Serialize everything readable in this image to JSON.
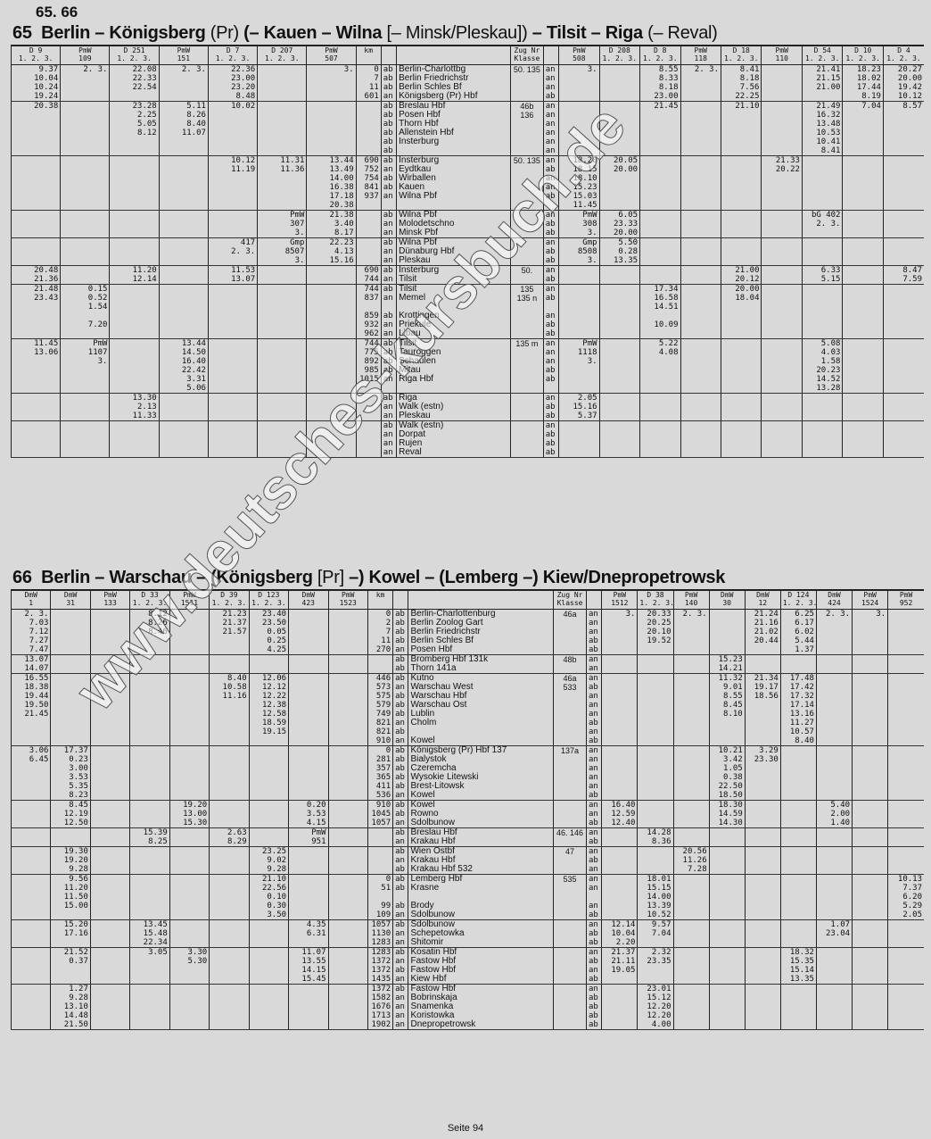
{
  "page_number": "65. 66",
  "table65": {
    "title_num": "65",
    "title_bold1": "Berlin – Königsberg",
    "title_thin1": "(Pr)",
    "title_bold2": "(– Kauen – Wilna",
    "title_thin2": "[– Minsk/Pleskau])",
    "title_bold3": "– Tilsit – Riga",
    "title_thin3": "(– Reval)",
    "left_cols": [
      "D 9\n1. 2. 3.",
      "PmW\n109",
      "D 251\n1. 2. 3.",
      "PmW\n151",
      "D 7\n1. 2. 3.",
      "D 207\n1. 2. 3.",
      "PmW\n507"
    ],
    "km_head": "km",
    "zug_head": "Zug Nr\nKlasse",
    "zug_head_r": "Zug Nr\nKlasse",
    "right_cols": [
      "PmW\n508",
      "D 208\n1. 2. 3.",
      "D 8\n1. 2. 3.",
      "PmW\n118",
      "D 18\n1. 2. 3.",
      "PmW\n110",
      "D 54\n1. 2. 3.",
      "D 10\n1. 2. 3.",
      "D 4\n1. 2. 3."
    ],
    "rows": [
      {
        "l": [
          "9.37\n10.04\n10.24\n19.24",
          "2. 3.",
          "22.08\n22.33\n22.54",
          "2. 3.",
          "22.36\n23.00\n23.20\n8.48",
          "",
          "3."
        ],
        "km": "0\n7\n11\n601",
        "ad": "ab\nab\nab\nan",
        "st": "Berlin-Charlottbg\nBerlin Friedrichstr\nBerlin Schles Bf\nKönigsberg (Pr) Hbf",
        "z": "50. 135",
        "ar": "an\nan\nan\nab",
        "r": [
          "3.",
          "",
          "8.55\n8.33\n8.18\n23.00",
          "2. 3.",
          "8.41\n8.18\n7.56\n22.25",
          "",
          "21.41\n21.15\n21.00",
          "18.23\n18.02\n17.44\n8.19",
          "20.27\n20.00\n19.42\n10.12"
        ]
      },
      {
        "l": [
          "20.38",
          "",
          "23.28\n2.25\n5.05\n8.12",
          "5.11\n8.26\n8.40\n11.07",
          "10.02",
          "",
          ""
        ],
        "km": "",
        "ad": "ab\nab\nab\nab\nab\nab",
        "st": "Breslau Hbf\nPosen Hbf\nThorn Hbf\nAllenstein Hbf\nInsterburg",
        "z": "46b  136",
        "ar": "an\nan\nan\nan\nan\nan",
        "r": [
          "",
          "",
          "21.45",
          "",
          "21.10",
          "",
          "21.49\n16.32\n13.48\n10.53\n10.41\n8.41",
          "7.04",
          "8.57"
        ]
      },
      {
        "l": [
          "",
          "",
          "",
          "",
          "10.12\n11.19",
          "11.31\n11.36",
          "13.44\n13.49\n14.00\n16.38\n17.18\n20.38"
        ],
        "km": "690\n752\n754\n841\n937",
        "ad": "ab\nan\nab\nab\nan",
        "st": "Insterburg\nEydtkau\nWirballen\nKauen\nWilna Pbf",
        "z": "50. 135",
        "ar": "an\nab\nan\nan\nab",
        "r": [
          "18.20\n18.15\n18.10\n15.23\n15.03\n11.45",
          "20.05\n20.00",
          "",
          "",
          "",
          "21.33\n20.22",
          "",
          "",
          ""
        ]
      },
      {
        "l": [
          "",
          "",
          "",
          "",
          "",
          "PmW\n307\n3.",
          "21.38\n3.40\n8.17"
        ],
        "km": "",
        "ad": "ab\nan\nan",
        "st": "Wilna Pbf\nMolodetschno\nMinsk Pbf",
        "z": "",
        "ar": "an\nab\nab",
        "r": [
          "PmW\n308\n3.",
          "6.05\n23.33\n20.00",
          "",
          "",
          "",
          "",
          "bG 402\n2. 3.",
          "",
          ""
        ]
      },
      {
        "l": [
          "",
          "",
          "",
          "",
          "417\n2. 3.",
          "Gmp\n8507\n3.",
          "22.23\n4.13\n15.16"
        ],
        "km": "",
        "ad": "ab\nan\nan",
        "st": "Wilna Pbf\nDünaburg Hbf\nPleskau",
        "z": "",
        "ar": "an\nab\nab",
        "r": [
          "Gmp\n8508\n3.",
          "5.50\n0.28\n13.35",
          "",
          "",
          "",
          "",
          "",
          "",
          ""
        ]
      },
      {
        "l": [
          "20.48\n21.36",
          "",
          "11.20\n12.14",
          "",
          "11.53\n13.07",
          "",
          ""
        ],
        "km": "690\n744",
        "ad": "ab\nan",
        "st": "Insterburg\nTilsit",
        "z": "50.",
        "ar": "an\nab",
        "r": [
          "",
          "",
          "",
          "",
          "21.00\n20.12",
          "",
          "6.33\n5.15",
          "",
          "8.47\n7.59"
        ]
      },
      {
        "l": [
          "21.48\n23.43",
          "0.15\n0.52\n1.54\n\n7.20",
          "",
          "",
          "",
          "",
          ""
        ],
        "km": "744\n837\n\n859\n932\n962",
        "ad": "ab\nan\n\nab\nan\nan",
        "st": "Tilsit\nMemel\n\nKrottingen\nPriekule\nLibau",
        "z": "135\n135 n",
        "ar": "an\nab\n\nan\nab\nab",
        "r": [
          "",
          "",
          "17.34\n16.58\n14.51\n\n10.09",
          "",
          "20.00\n18.04",
          "",
          "",
          "",
          ""
        ]
      },
      {
        "l": [
          "11.45\n13.06",
          "PmW\n1107\n3.",
          "",
          "13.44\n14.50\n16.40\n22.42\n3.31\n5.06",
          "",
          "",
          ""
        ],
        "km": "744\n775\n892\n985\n1015",
        "ad": "ab\nab\nab\nab\nan",
        "st": "Tilsit\nTauroggen\nSchaulen\nMitau\nRiga Hbf",
        "z": "135 m",
        "ar": "an\nan\nan\nab\nab",
        "r": [
          "PmW\n1118\n3.",
          "",
          "5.22\n4.08",
          "",
          "",
          "",
          "5.08\n4.03\n1.58\n20.23\n14.52\n13.28",
          "",
          ""
        ]
      },
      {
        "l": [
          "",
          "",
          "13.30\n2.13\n11.33",
          "",
          "",
          "",
          ""
        ],
        "km": "",
        "ad": "ab\nan\nan",
        "st": "Riga\nWalk (estn)\nPleskau",
        "z": "",
        "ar": "an\nab\nab",
        "r": [
          "2.05\n15.16\n5.37",
          "",
          "",
          "",
          "",
          "",
          "",
          "",
          ""
        ]
      },
      {
        "l": [
          "",
          "",
          "",
          "",
          "",
          "",
          ""
        ],
        "km": "",
        "ad": "ab\nan\nan\nan",
        "st": "Walk (estn)\nDorpat\nRujen\nReval",
        "z": "",
        "ar": "an\nab\nab\nab",
        "r": [
          "",
          "",
          "",
          "",
          "",
          "",
          "",
          "",
          ""
        ]
      }
    ]
  },
  "table66": {
    "title_num": "66",
    "title_bold1": "Berlin – Warschau – (Königsberg",
    "title_thin1": "[Pr]",
    "title_bold2": "–) Kowel – (Lemberg –) Kiew/Dnepropetrowsk",
    "left_cols": [
      "DmW\n1",
      "DmW\n31",
      "PmW\n133",
      "D 33\n1. 2. 3.",
      "PmW\n1511",
      "D 39\n1. 2. 3.",
      "D 123\n1. 2. 3.",
      "DmW\n423",
      "PmW\n1523"
    ],
    "km_head": "km",
    "zug_head": "Zug Nr\nKlasse",
    "right_cols": [
      "PmW\n1512",
      "D 38\n1. 2. 3.",
      "PmW\n140",
      "DmW\n30",
      "DmW\n12",
      "D 124\n1. 2. 3.",
      "DmW\n424",
      "PmW\n1524",
      "PmW\n952"
    ],
    "rows": [
      {
        "l": [
          "2. 3.\n7.03\n7.12\n7.27\n7.47",
          "",
          "",
          "8.12\n8.26\n8.46",
          "",
          "21.23\n21.37\n21.57",
          "23.40\n23.50\n0.05\n0.25\n4.25",
          "",
          ""
        ],
        "km": "0\n2\n7\n11\n270",
        "ad": "ab\nab\nab\nab\nan",
        "st": "Berlin-Charlottenburg\nBerlin Zoolog Gart\nBerlin Friedrichstr\nBerlin Schles Bf\nPosen Hbf",
        "z": "46a",
        "ar": "an\nan\nan\nab\nab",
        "r": [
          "3.",
          "20.33\n20.25\n20.10\n19.52",
          "2. 3.",
          "",
          "21.24\n21.16\n21.02\n20.44",
          "6.25\n6.17\n6.02\n5.44\n1.37",
          "2. 3.",
          "3.",
          ""
        ]
      },
      {
        "l": [
          "13.07\n14.07",
          "",
          "",
          "",
          "",
          "",
          "",
          "",
          ""
        ],
        "km": "",
        "ad": "ab\nab",
        "st": "Bromberg Hbf 131k\nThorn 141a",
        "z": "48b",
        "ar": "an\nan",
        "r": [
          "",
          "",
          "",
          "15.23\n14.21",
          "",
          "",
          "",
          "",
          ""
        ]
      },
      {
        "l": [
          "16.55\n18.38\n19.44\n19.50\n21.45",
          "",
          "",
          "",
          "",
          "8.40\n10.58\n11.16",
          "12.06\n12.12\n12.22\n12.38\n12.58\n18.59\n19.15",
          "",
          ""
        ],
        "km": "446\n573\n575\n579\n749\n821\n821\n910",
        "ad": "ab\nan\nab\nab\nab\nan\nab\nan",
        "st": "Kutno\nWarschau West\nWarschau Hbf\nWarschau Ost\nLublin\nCholm\n\nKowel",
        "z": "46a  533",
        "ar": "an\nab\nan\nan\nan\nab\nan\nab",
        "r": [
          "",
          "",
          "",
          "11.32\n9.01\n8.55\n8.45\n8.10",
          "21.34\n19.17\n18.56",
          "17.48\n17.42\n17.32\n17.14\n13.16\n11.27\n10.57\n8.40",
          "",
          "",
          ""
        ]
      },
      {
        "l": [
          "3.06\n6.45",
          "17.37\n0.23\n3.00\n3.53\n5.35\n8.23",
          "",
          "",
          "",
          "",
          "",
          "",
          ""
        ],
        "km": "0\n281\n357\n365\n411\n536",
        "ad": "ab\nab\nab\nab\nab\nan",
        "st": "Königsberg (Pr) Hbf 137\nBialystok\nCzeremcha\nWysokie Litewski\nBrest-Litowsk\nKowel",
        "z": "137a",
        "ar": "an\nan\nan\nan\nan\nab",
        "r": [
          "",
          "",
          "",
          "10.21\n3.42\n1.05\n0.38\n22.50\n18.50",
          "3.29\n23.30",
          "",
          "",
          "",
          ""
        ]
      },
      {
        "l": [
          "",
          "8.45\n12.19\n12.50",
          "",
          "",
          "19.20\n13.00\n15.30",
          "",
          "",
          "0.20\n3.53\n4.15",
          ""
        ],
        "km": "910\n1045\n1057",
        "ad": "ab\nab\nan",
        "st": "Kowel\nRowno\nSdolbunow",
        "z": "",
        "ar": "an\nan\nab",
        "r": [
          "16.40\n12.59\n12.40",
          "",
          "",
          "18.30\n14.59\n14.30",
          "",
          "",
          "5.40\n2.00\n1.40",
          "",
          ""
        ]
      },
      {
        "l": [
          "",
          "",
          "",
          "15.39\n8.25",
          "",
          "2.63\n8.29",
          "",
          "PmW\n951",
          ""
        ],
        "km": "",
        "ad": "ab\nan",
        "st": "Breslau Hbf\nKrakau Hbf",
        "z": "46. 146",
        "ar": "an\nab",
        "r": [
          "",
          "14.28\n8.36",
          "",
          "",
          "",
          "",
          "",
          "",
          ""
        ]
      },
      {
        "l": [
          "",
          "19.30\n19.20\n9.28",
          "",
          "",
          "",
          "",
          "23.25\n9.02\n9.28",
          "",
          ""
        ],
        "km": "",
        "ad": "ab\nan\nab",
        "st": "Wien Ostbf\nKrakau Hbf\nKrakau Hbf 532",
        "z": "47",
        "ar": "an\nab\nan",
        "r": [
          "",
          "",
          "20.56\n11.26\n7.28",
          "",
          "",
          "",
          "",
          "",
          ""
        ]
      },
      {
        "l": [
          "",
          "9.56\n11.20\n11.50\n15.00",
          "",
          "",
          "",
          "",
          "21.10\n22.56\n0.10\n0.30\n3.50",
          "",
          ""
        ],
        "km": "0\n51\n\n99\n109",
        "ad": "ab\nab\n\nab\nan",
        "st": "Lemberg Hbf\nKrasne\n\nBrody\nSdolbunow",
        "z": "535",
        "ar": "an\nan\n\nan\nab",
        "r": [
          "",
          "18.01\n15.15\n14.00\n13.39\n10.52",
          "",
          "",
          "",
          "",
          "",
          "",
          "10.13\n7.37\n6.20\n5.29\n2.05"
        ]
      },
      {
        "l": [
          "",
          "15.20\n17.16",
          "",
          "13.45\n15.48\n22.34",
          "",
          "",
          "",
          "4.35\n6.31",
          ""
        ],
        "km": "1057\n1130\n1283",
        "ad": "ab\nan\nan",
        "st": "Sdolbunow\nSchepetowka\nShitomir",
        "z": "",
        "ar": "an\nab\nab",
        "r": [
          "12.14\n10.04\n2.20",
          "9.57\n7.04",
          "",
          "",
          "",
          "",
          "1.07\n23.04",
          "",
          ""
        ]
      },
      {
        "l": [
          "",
          "21.52\n0.37",
          "",
          "3.05",
          "3.30\n5.30",
          "",
          "",
          "11.07\n13.55\n14.15\n15.45",
          ""
        ],
        "km": "1283\n1372\n1372\n1435",
        "ad": "ab\nan\nab\nan",
        "st": "Kosatin Hbf\nFastow Hbf\nFastow Hbf\nKiew Hbf",
        "z": "",
        "ar": "an\nab\nan\nab",
        "r": [
          "21.37\n21.11\n19.05",
          "2.32\n23.35",
          "",
          "",
          "",
          "18.32\n15.35\n15.14\n13.35",
          "",
          "",
          ""
        ]
      },
      {
        "l": [
          "",
          "1.27\n9.28\n13.10\n14.48\n21.50",
          "",
          "",
          "",
          "",
          "",
          "",
          ""
        ],
        "km": "1372\n1582\n1676\n1713\n1902",
        "ad": "ab\nan\nan\nan\nan",
        "st": "Fastow Hbf\nBobrinskaja\nSnamenka\nKoristowka\nDnepropetrowsk",
        "z": "",
        "ar": "an\nab\nab\nab\nab",
        "r": [
          "",
          "23.01\n15.12\n12.20\n12.20\n4.00",
          "",
          "",
          "",
          "",
          "",
          "",
          ""
        ]
      }
    ]
  },
  "footer": "Seite 94",
  "watermark": "www.deutsches-kursbuch.de"
}
